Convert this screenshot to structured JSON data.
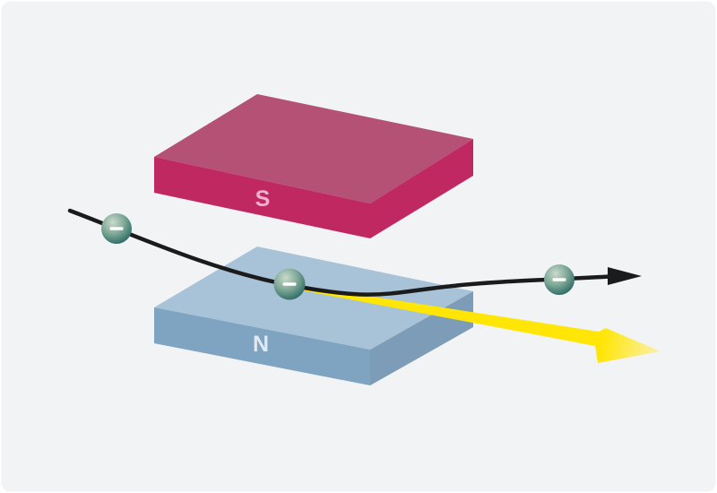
{
  "figure": {
    "magnets": {
      "south": {
        "label": "S"
      },
      "north": {
        "label": "N"
      }
    },
    "electrons": {
      "count": 3,
      "charge_symbol": "minus"
    }
  },
  "colors": {
    "background": "#f2f3f5",
    "magnet_s_top": "#b45174",
    "magnet_s_front": "#c02862",
    "magnet_s_side": "#c02862",
    "magnet_s_label": "#eeb2ca",
    "magnet_n_top": "#a8c2d7",
    "magnet_n_front": "#7ea4c1",
    "magnet_n_side": "#7d9cb7",
    "magnet_n_label": "#e2eaf1",
    "path_stroke": "#1b1b1b",
    "arrowhead_fill": "#1b1b1b",
    "beam_fill": "#ffe606",
    "beam_tip": "#faf0ad",
    "electron_highlight": "#c9dacb",
    "electron_mid": "#7fa897",
    "electron_dark": "#35716b",
    "electron_edge": "#2a6057",
    "minus_fill": "#ffffff"
  }
}
